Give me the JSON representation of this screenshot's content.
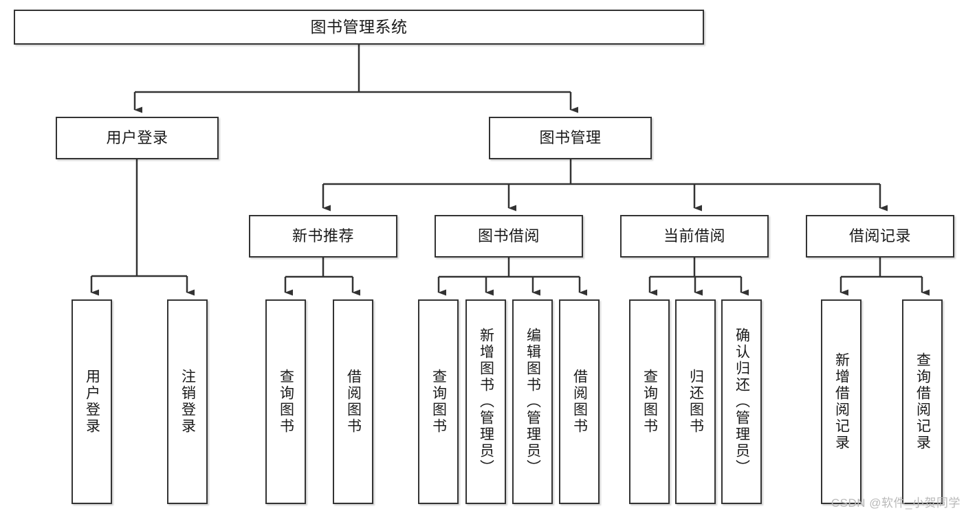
{
  "diagram": {
    "title": "图书管理系统",
    "type": "tree-hierarchy-chart",
    "watermark": "CSDN @软件_小贺同学",
    "colors": {
      "box_border": "#333333",
      "box_fill": "#ffffff",
      "edge": "#333333",
      "text": "#1a1a1a",
      "watermark": "#b9b9b9"
    },
    "nodes": {
      "root": {
        "label": "图书管理系统"
      },
      "level2": [
        {
          "label": "用户登录"
        },
        {
          "label": "图书管理"
        }
      ],
      "level3": [
        {
          "label": "新书推荐"
        },
        {
          "label": "图书借阅"
        },
        {
          "label": "当前借阅"
        },
        {
          "label": "借阅记录"
        }
      ],
      "leaves": {
        "user_login": [
          {
            "label": "用户登录"
          },
          {
            "label": "注销登录"
          }
        ],
        "new_book": [
          {
            "label": "查询图书"
          },
          {
            "label": "借阅图书"
          }
        ],
        "book_borrow": [
          {
            "label": "查询图书"
          },
          {
            "label": "新增图书（管理员）"
          },
          {
            "label": "编辑图书（管理员）"
          },
          {
            "label": "借阅图书"
          }
        ],
        "current_borrow": [
          {
            "label": "查询图书"
          },
          {
            "label": "归还图书"
          },
          {
            "label": "确认归还（管理员）"
          }
        ],
        "borrow_record": [
          {
            "label": "新增借阅记录"
          },
          {
            "label": "查询借阅记录"
          }
        ]
      }
    }
  }
}
